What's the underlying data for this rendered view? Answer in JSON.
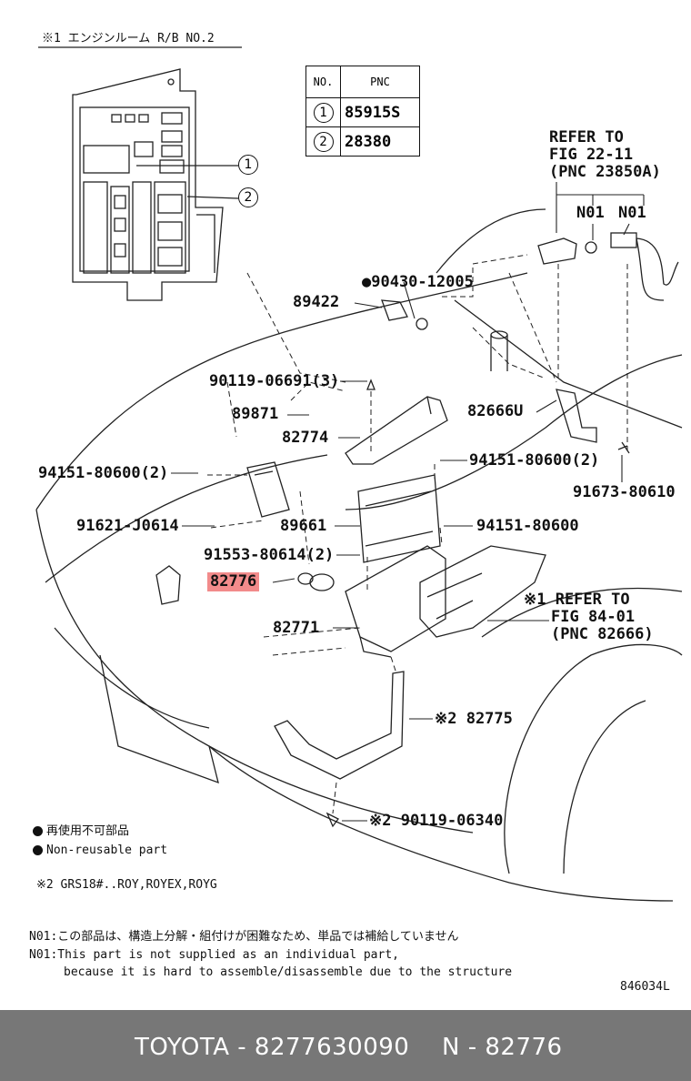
{
  "header_note": "※1 エンジンルーム R/B NO.2",
  "pnc_table": {
    "col_no": "NO.",
    "col_pnc": "PNC",
    "rows": [
      {
        "no": "1",
        "pnc": "85915S"
      },
      {
        "no": "2",
        "pnc": "28380"
      }
    ]
  },
  "callouts": {
    "c1": "1",
    "c2": "2"
  },
  "refer_top": {
    "line1": "REFER TO",
    "line2": "FIG 22-11",
    "line3": "(PNC 23850A)"
  },
  "refer_bottom": {
    "line1": "※1 REFER TO",
    "line2": "FIG 84-01",
    "line3": "(PNC 82666)"
  },
  "parts": {
    "n01_a": "N01",
    "n01_b": "N01",
    "p90430": "●90430-12005",
    "p89422": "89422",
    "p90119_06691": "90119-06691(3)",
    "p89871": "89871",
    "p82774": "82774",
    "p82666U": "82666U",
    "p94151_80600_2_left": "94151-80600(2)",
    "p94151_80600_2_right": "94151-80600(2)",
    "p91673": "91673-80610",
    "p91621": "91621-J0614",
    "p89661": "89661",
    "p94151_80600": "94151-80600",
    "p91553": "91553-80614(2)",
    "p82776": "82776",
    "p82771": "82771",
    "p82775": "※2 82775",
    "p90119_06340": "※2 90119-06340"
  },
  "legend": {
    "jp": "再使用不可部品",
    "en": "Non-reusable part"
  },
  "note2": "※2 GRS18#..ROY,ROYEX,ROYG",
  "n01_note": {
    "jp": "N01:この部品は、構造上分解・組付けが困難なため、単品では補給していません",
    "en1": "N01:This part is not supplied as an individual part,",
    "en2": "because it is hard to assemble/disassemble due to the structure"
  },
  "drawing_id": "846034L",
  "footer": {
    "brand_pn": "TOYOTA - 8277630090",
    "pnc": "N - 82776"
  },
  "colors": {
    "highlight": "#f28b8b",
    "footer_bg": "#777777",
    "footer_text": "#ffffff"
  }
}
